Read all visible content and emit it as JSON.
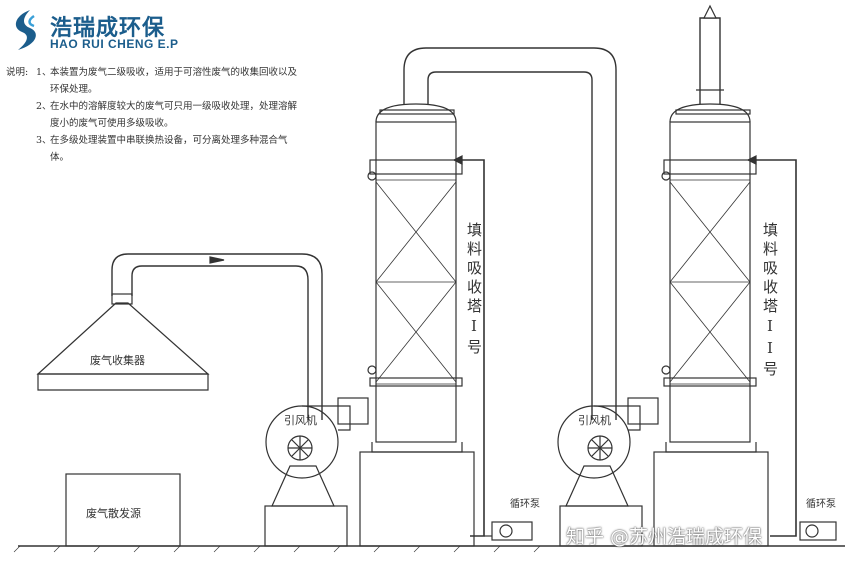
{
  "logo": {
    "cn": "浩瑞成环保",
    "en": "HAO RUI CHENG E.P"
  },
  "notes": {
    "prefix": "说明:",
    "items": [
      {
        "num": "1、",
        "text": "本装置为废气二级吸收，适用于可溶性废气的收集回收以及环保处理。"
      },
      {
        "num": "2、",
        "text": "在水中的溶解度较大的废气可只用一级吸收处理，处理溶解度小的废气可使用多级吸收。"
      },
      {
        "num": "3、",
        "text": "在多级处理装置中串联换热设备，可分离处理多种混合气体。"
      }
    ]
  },
  "labels": {
    "hood": "废气收集器",
    "source": "废气散发源",
    "fan1": "引风机",
    "fan2": "引风机",
    "tower1": "填料吸收塔I号",
    "tower2": "填料吸收塔II号",
    "pump1": "循环泵",
    "pump2": "循环泵"
  },
  "watermark": "知乎 @苏州浩瑞成环保",
  "colors": {
    "line": "#333333",
    "logo": "#1b5d8c",
    "logo_accent": "#3aa0d8"
  }
}
